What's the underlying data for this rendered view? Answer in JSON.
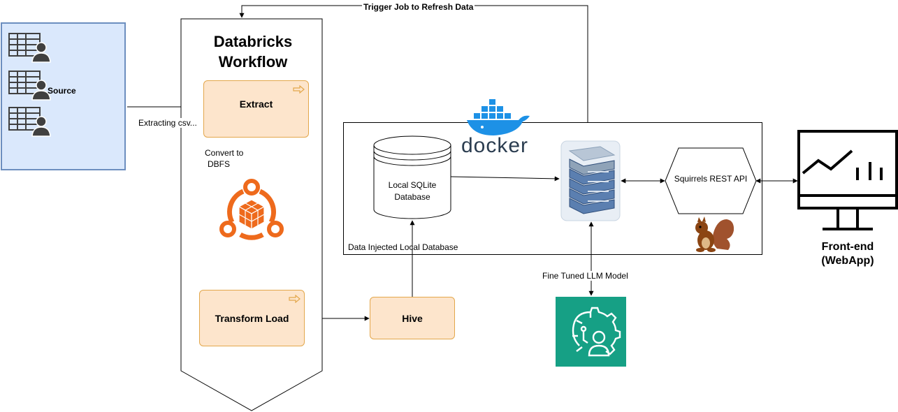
{
  "source": {
    "label": "Source"
  },
  "workflow": {
    "title_line1": "Databricks",
    "title_line2": "Workflow"
  },
  "nodes": {
    "extract": "Extract",
    "transform_load": "Transform Load",
    "hive": "Hive",
    "sqlite_line1": "Local SQLite",
    "sqlite_line2": "Database",
    "squirrels_api": "Squirrels REST API",
    "docker": "docker",
    "frontend_line1": "Front-end",
    "frontend_line2": "(WebApp)"
  },
  "edges": {
    "extracting_csv": "Extracting csv...",
    "convert_line1": "Convert to",
    "convert_line2": "DBFS",
    "data_injected": "Data Injected Local Database",
    "fine_tuned": "Fine Tuned LLM Model",
    "trigger_job": "Trigger Job to Refresh Data"
  },
  "colors": {
    "source_fill": "#dae8fc",
    "source_border": "#6c8ebf",
    "node_fill": "#fde5cc",
    "node_border": "#e3a74b",
    "spark_orange": "#ee6a1c",
    "docker_blue": "#1d91e6",
    "ml_green": "#16a085"
  },
  "icons": [
    "table-user-icon",
    "databricks-delta-icon",
    "docker-whale-icon",
    "server-stack-icon",
    "squirrel-icon",
    "monitor-chart-icon",
    "ml-gear-head-icon",
    "node-arrow-icon"
  ]
}
